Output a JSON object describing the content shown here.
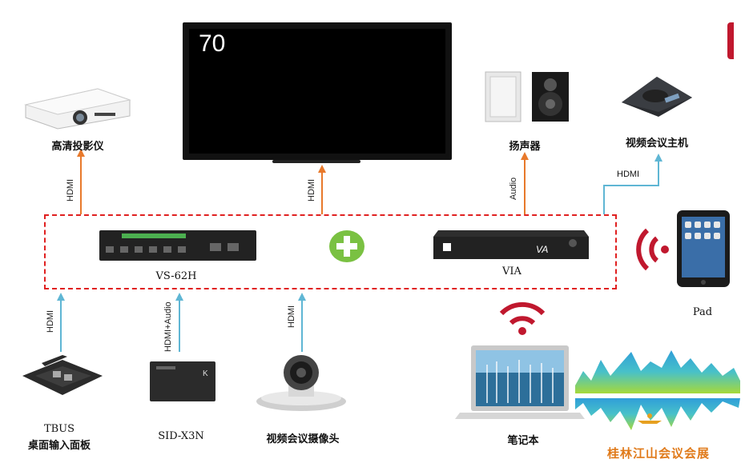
{
  "tv": {
    "size_text": "70"
  },
  "devices": {
    "projector": "高清投影仪",
    "speaker": "扬声器",
    "video_conf_host": "视频会议主机",
    "pad": "Pad",
    "switcher": "VS-62H",
    "via": "VIA",
    "tbus_line1": "TBUS",
    "tbus_line2": "桌面输入面板",
    "sid": "SID-X3N",
    "camera": "视频会议摄像头",
    "laptop": "笔记本"
  },
  "connections": {
    "projector_link": "HDMI",
    "tv_link": "HDMI",
    "speaker_link": "Audio",
    "conf_link": "HDMI",
    "tbus_link": "HDMI",
    "sid_link": "HDMI+Audio",
    "camera_link": "HDMI"
  },
  "watermark": "桂林江山会议会展",
  "colors": {
    "box_dash": "#e02020",
    "arrow_orange": "#e8792b",
    "arrow_blue": "#5fb6d4",
    "wifi_red": "#c0182e",
    "plus_green": "#7ac142"
  }
}
